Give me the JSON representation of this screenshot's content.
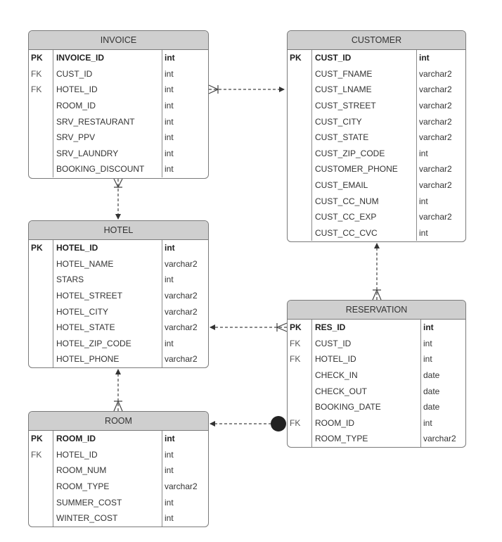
{
  "entities": {
    "invoice": {
      "title": "INVOICE",
      "rows": [
        {
          "key": "PK",
          "name": "INVOICE_ID",
          "type": "int"
        },
        {
          "key": "FK",
          "name": "CUST_ID",
          "type": "int"
        },
        {
          "key": "FK",
          "name": "HOTEL_ID",
          "type": "int"
        },
        {
          "key": "",
          "name": "ROOM_ID",
          "type": "int"
        },
        {
          "key": "",
          "name": "SRV_RESTAURANT",
          "type": "int"
        },
        {
          "key": "",
          "name": "SRV_PPV",
          "type": "int"
        },
        {
          "key": "",
          "name": "SRV_LAUNDRY",
          "type": "int"
        },
        {
          "key": "",
          "name": "BOOKING_DISCOUNT",
          "type": "int"
        }
      ]
    },
    "customer": {
      "title": "CUSTOMER",
      "rows": [
        {
          "key": "PK",
          "name": "CUST_ID",
          "type": "int"
        },
        {
          "key": "",
          "name": "CUST_FNAME",
          "type": "varchar2"
        },
        {
          "key": "",
          "name": "CUST_LNAME",
          "type": "varchar2"
        },
        {
          "key": "",
          "name": "CUST_STREET",
          "type": "varchar2"
        },
        {
          "key": "",
          "name": "CUST_CITY",
          "type": "varchar2"
        },
        {
          "key": "",
          "name": "CUST_STATE",
          "type": "varchar2"
        },
        {
          "key": "",
          "name": "CUST_ZIP_CODE",
          "type": "int"
        },
        {
          "key": "",
          "name": "CUSTOMER_PHONE",
          "type": "varchar2"
        },
        {
          "key": "",
          "name": "CUST_EMAIL",
          "type": "varchar2"
        },
        {
          "key": "",
          "name": "CUST_CC_NUM",
          "type": "int"
        },
        {
          "key": "",
          "name": "CUST_CC_EXP",
          "type": "varchar2"
        },
        {
          "key": "",
          "name": "CUST_CC_CVC",
          "type": "int"
        }
      ]
    },
    "hotel": {
      "title": "HOTEL",
      "rows": [
        {
          "key": "PK",
          "name": "HOTEL_ID",
          "type": "int"
        },
        {
          "key": "",
          "name": "HOTEL_NAME",
          "type": "varchar2"
        },
        {
          "key": "",
          "name": "STARS",
          "type": "int"
        },
        {
          "key": "",
          "name": "HOTEL_STREET",
          "type": "varchar2"
        },
        {
          "key": "",
          "name": "HOTEL_CITY",
          "type": "varchar2"
        },
        {
          "key": "",
          "name": "HOTEL_STATE",
          "type": "varchar2"
        },
        {
          "key": "",
          "name": "HOTEL_ZIP_CODE",
          "type": "int"
        },
        {
          "key": "",
          "name": "HOTEL_PHONE",
          "type": "varchar2"
        }
      ]
    },
    "reservation": {
      "title": "RESERVATION",
      "rows": [
        {
          "key": "PK",
          "name": "RES_ID",
          "type": "int"
        },
        {
          "key": "FK",
          "name": "CUST_ID",
          "type": "int"
        },
        {
          "key": "FK",
          "name": "HOTEL_ID",
          "type": "int"
        },
        {
          "key": "",
          "name": "CHECK_IN",
          "type": "date"
        },
        {
          "key": "",
          "name": "CHECK_OUT",
          "type": "date"
        },
        {
          "key": "",
          "name": "BOOKING_DATE",
          "type": "date"
        },
        {
          "key": "FK",
          "name": "ROOM_ID",
          "type": "int"
        },
        {
          "key": "",
          "name": "ROOM_TYPE",
          "type": "varchar2"
        }
      ]
    },
    "room": {
      "title": "ROOM",
      "rows": [
        {
          "key": "PK",
          "name": "ROOM_ID",
          "type": "int"
        },
        {
          "key": "FK",
          "name": "HOTEL_ID",
          "type": "int"
        },
        {
          "key": "",
          "name": "ROOM_NUM",
          "type": "int"
        },
        {
          "key": "",
          "name": "ROOM_TYPE",
          "type": "varchar2"
        },
        {
          "key": "",
          "name": "SUMMER_COST",
          "type": "int"
        },
        {
          "key": "",
          "name": "WINTER_COST",
          "type": "int"
        }
      ]
    }
  },
  "relationships": [
    {
      "from": "invoice",
      "to": "customer",
      "from_end": "many",
      "to_end": "arrow"
    },
    {
      "from": "invoice",
      "to": "hotel",
      "from_end": "many",
      "to_end": "arrow"
    },
    {
      "from": "reservation",
      "to": "customer",
      "from_end": "many",
      "to_end": "arrow"
    },
    {
      "from": "reservation",
      "to": "hotel",
      "from_end": "many",
      "to_end": "arrow"
    },
    {
      "from": "room",
      "to": "hotel",
      "from_end": "many",
      "to_end": "arrow"
    },
    {
      "from": "reservation",
      "to": "room",
      "from_end": "filled-circle",
      "to_end": "arrow"
    }
  ],
  "colors": {
    "header_fill": "#cfcfcf",
    "border": "#7a7a7a",
    "connector": "#444444"
  }
}
